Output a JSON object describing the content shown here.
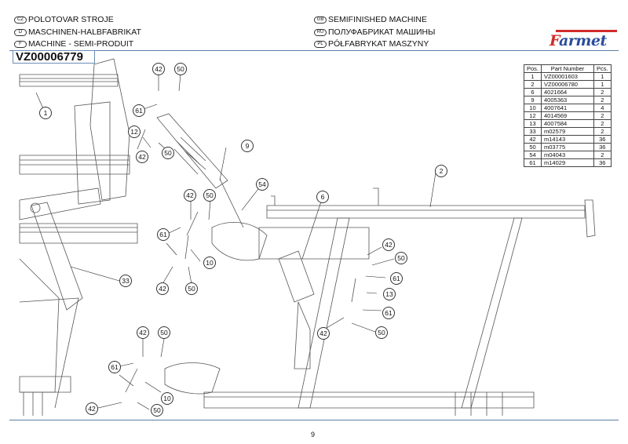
{
  "header": {
    "titles_left": [
      {
        "lang": "CZ",
        "text": "POLOTOVAR STROJE"
      },
      {
        "lang": "D",
        "text": "MASCHINEN-HALBFABRIKAT"
      },
      {
        "lang": "F",
        "text": "MACHINE - SEMI-PRODUIT"
      }
    ],
    "titles_right": [
      {
        "lang": "GB",
        "text": "SEMIFINISHED MACHINE"
      },
      {
        "lang": "RU",
        "text": "ПОЛУФАБРИКАТ МАШИНЫ"
      },
      {
        "lang": "PL",
        "text": "PÓŁFABRYKAT MASZYNY"
      }
    ],
    "assembly_code": "VZ00006779",
    "logo": {
      "first": "F",
      "rest": "armet",
      "red": "#d22a2a",
      "blue": "#2b4d9c"
    }
  },
  "parts_table": {
    "columns": [
      "Pos.",
      "Part Number",
      "Pcs."
    ],
    "rows": [
      {
        "pos": "1",
        "part": "VZ00001603",
        "pcs": "1"
      },
      {
        "pos": "2",
        "part": "VZ00006780",
        "pcs": "1"
      },
      {
        "pos": "6",
        "part": "4021664",
        "pcs": "2"
      },
      {
        "pos": "9",
        "part": "4005363",
        "pcs": "2"
      },
      {
        "pos": "10",
        "part": "4007641",
        "pcs": "4"
      },
      {
        "pos": "12",
        "part": "4014569",
        "pcs": "2"
      },
      {
        "pos": "13",
        "part": "4007584",
        "pcs": "2"
      },
      {
        "pos": "33",
        "part": "m02579",
        "pcs": "2"
      },
      {
        "pos": "42",
        "part": "m14143",
        "pcs": "36"
      },
      {
        "pos": "50",
        "part": "m03775",
        "pcs": "36"
      },
      {
        "pos": "54",
        "part": "m04043",
        "pcs": "2"
      },
      {
        "pos": "61",
        "part": "m14029",
        "pcs": "36"
      }
    ]
  },
  "callouts": [
    "1",
    "42",
    "50",
    "61",
    "12",
    "42",
    "50",
    "9",
    "54",
    "2",
    "6",
    "42",
    "50",
    "61",
    "10",
    "42",
    "50",
    "33",
    "42",
    "50",
    "61",
    "13",
    "61",
    "42",
    "50",
    "42",
    "50",
    "61",
    "10",
    "42",
    "50"
  ],
  "page_number": "9",
  "colors": {
    "rule": "#5a7fa6"
  }
}
